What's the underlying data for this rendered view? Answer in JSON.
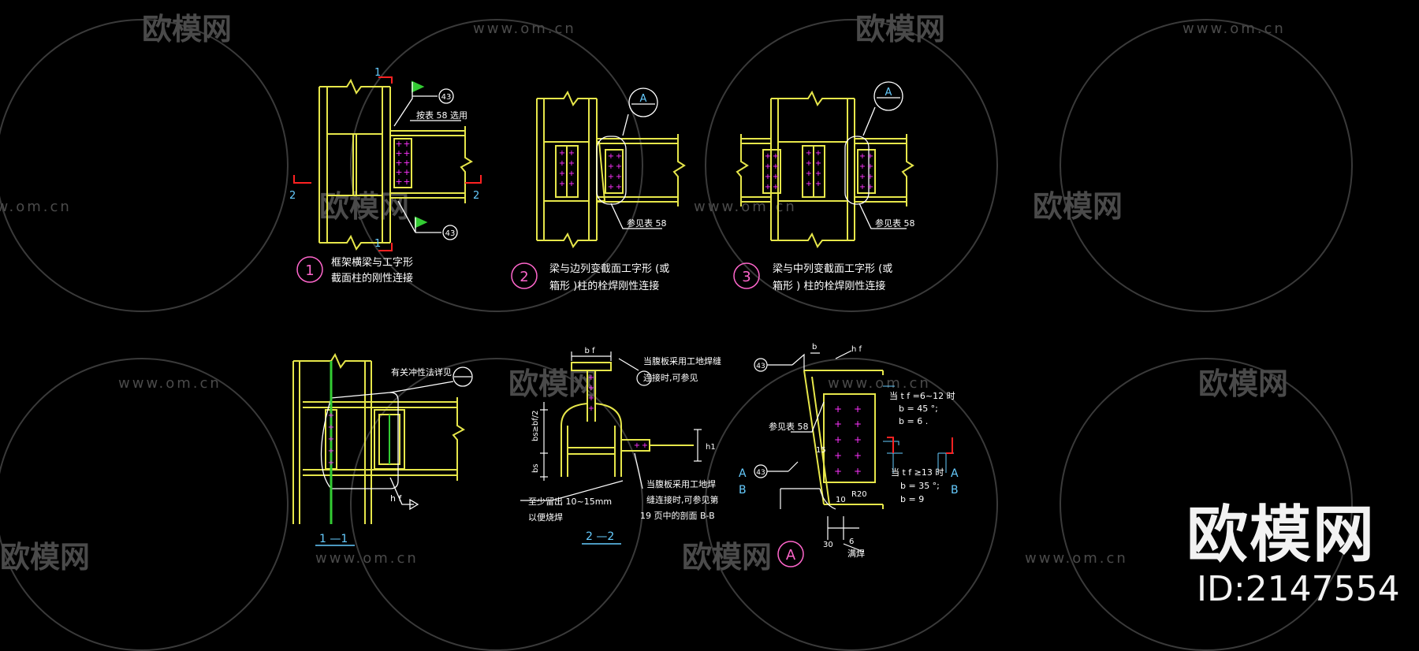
{
  "colors": {
    "background": "#000000",
    "steel": "#e6e64a",
    "beam_line": "#ffffff",
    "bolt": "#ff33ff",
    "weld": "#33cc33",
    "dim": "#cccccc",
    "section_mark": "#ff2222",
    "label_cyan": "#66ccff",
    "text_white": "#ffffff",
    "number_circle": "#ff66cc",
    "watermark": "#4a4a4a"
  },
  "watermarks": {
    "logo_text": "欧模网",
    "url_text": "www.om.cn",
    "big_logo": "欧模网",
    "big_id": "ID:2147554"
  },
  "details": {
    "d1": {
      "number": "1",
      "caption_line1": "框架横梁与工字形",
      "caption_line2": "截面柱的刚性连接",
      "note": "按表 58 选用",
      "weld_ref_top": "43",
      "weld_ref_bottom": "43",
      "section_1_top": "1",
      "section_1_bottom": "1",
      "section_2_left": "2",
      "section_2_right": "2"
    },
    "d2": {
      "number": "2",
      "caption_line1": "梁与边列变截面工字形    (或",
      "caption_line2": "箱形  )柱的栓焊刚性连接",
      "ref": "A",
      "note": "参见表 58"
    },
    "d3": {
      "number": "3",
      "caption_line1": "梁与中列变截面工字形     (或",
      "caption_line2": "箱形  )  柱的栓焊刚性连接",
      "ref": "A",
      "note": "参见表 58"
    },
    "s11": {
      "title": "1 —1",
      "note": "有关冲性法详见",
      "hf": "h f"
    },
    "s22": {
      "title": "2 —2",
      "note_top_line1": "当腹板采用工地焊缝",
      "note_top_line2": "连接时,可参见",
      "bf": "b f",
      "dim_left1": "bs≥bf/2",
      "dim_left2": "bs",
      "h1": "h1",
      "note_bottom_line1": "当腹板采用工地焊",
      "note_bottom_line2": "缝连接时,可参见第",
      "note_bottom_line3": "19  页中的剖面  B-B",
      "note_left_line1": "至少留出  10~15mm",
      "note_left_line2": "以便烧焊"
    },
    "dA": {
      "number": "A",
      "ref_top": "43",
      "ref_mid": "43",
      "b_label": "b",
      "hf_label": "h f",
      "note": "参见表 58",
      "cond1_line1": "当 t f =6~12  时",
      "cond1_line2": "b = 45 °;",
      "cond1_line3": "b = 6 .",
      "cond2_line1": "当 t f ≥13  时",
      "cond2_line2": "b = 35 °;",
      "cond2_line3": "b = 9",
      "sec_a_left": "A",
      "sec_b_left": "B",
      "sec_a_right": "A",
      "sec_b_right": "B",
      "dim_15": "15",
      "dim_10": "10",
      "dim_r20": "R20",
      "dim_30": "30",
      "dim_6": "6",
      "weld_note": "满焊"
    }
  }
}
